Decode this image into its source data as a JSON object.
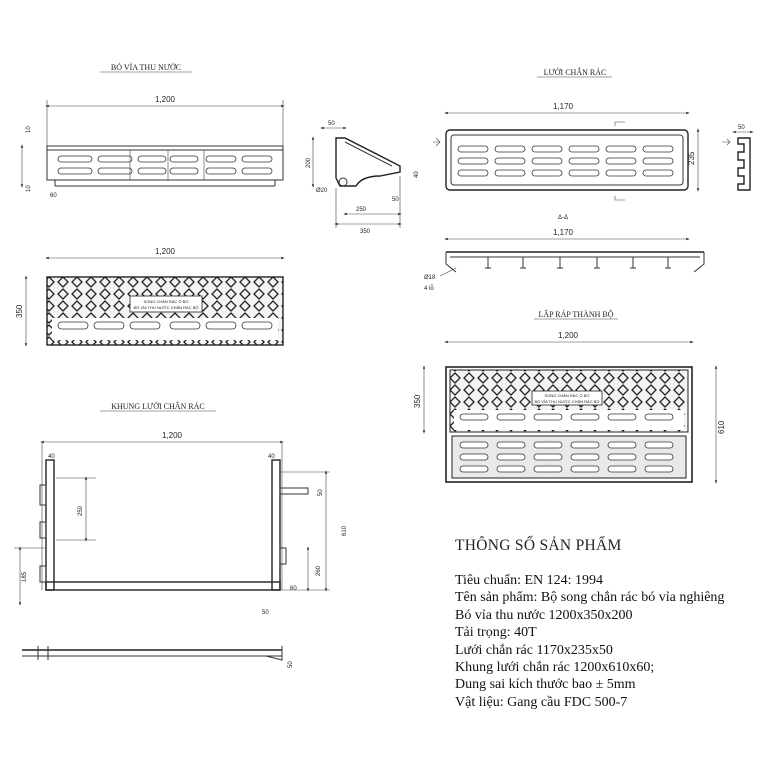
{
  "titles": {
    "curb": "BÓ VỈA THU NƯỚC",
    "screen": "LƯỚI CHẮN RÁC",
    "frame": "KHUNG LƯỚI CHẮN RÁC",
    "assembly": "LẮP RÁP THÀNH BỘ"
  },
  "dims": {
    "curb_len": "1,200",
    "curb_top_10": "10",
    "curb_bot_10": "10",
    "curb_60": "60",
    "sec_50": "50",
    "sec_200": "200",
    "sec_20": "Ø20",
    "sec_40": "40",
    "sec_50b": "50",
    "sec_250": "250",
    "sec_350": "350",
    "plan_len": "1,200",
    "plan_350": "350",
    "screen_len": "1,170",
    "screen_235": "235",
    "screen_50": "50",
    "screen_side": "Δ-Δ",
    "screen_len2": "1,170",
    "screen_hole": "Ø18",
    "screen_4lo": "4 lỗ",
    "assy_len": "1,200",
    "assy_350": "350",
    "assy_610": "610",
    "frame_len": "1,200",
    "frame_40a": "40",
    "frame_40b": "40",
    "frame_250": "250",
    "frame_610": "610",
    "frame_185": "185",
    "frame_260": "260",
    "frame_50a": "50",
    "frame_50b": "50",
    "frame_60": "60",
    "frame_bot_50": "50"
  },
  "plate": {
    "line1": "SONG CHẮN RÁC Ô BÓ",
    "line2": "BÓ VỈA THU NƯỚC CHẮN RÁC BỘ"
  },
  "spec": {
    "title": "THÔNG SỐ SẢN PHẨM",
    "lines": [
      "Tiêu chuẩn: EN 124: 1994",
      "Tên sản phẩm: Bộ song chắn rác bó vỉa nghiêng",
      "Bó vỉa thu nước 1200x350x200",
      "Tải trọng: 40T",
      "Lưới chắn rác 1170x235x50",
      "Khung lưới chắn rác 1200x610x60;",
      "Dung sai kích thước bao ± 5mm",
      "Vật liệu: Gang cầu FDC 500-7"
    ]
  }
}
